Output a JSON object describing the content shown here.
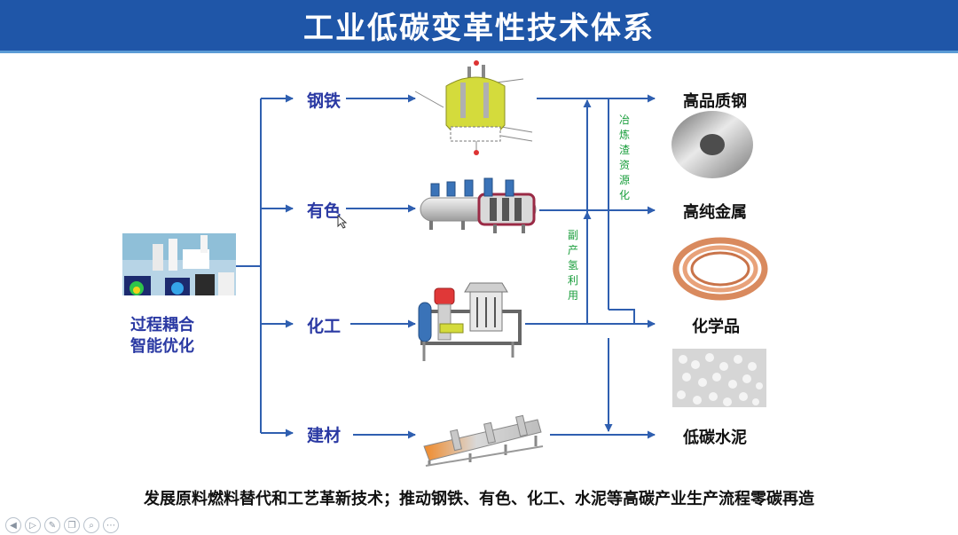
{
  "title": "工业低碳变革性技术体系",
  "process_label_line1": "过程耦合",
  "process_label_line2": "智能优化",
  "industries": [
    "钢铁",
    "有色",
    "化工",
    "建材"
  ],
  "products": [
    "高品质钢",
    "高纯金属",
    "化学品",
    "低碳水泥"
  ],
  "vertical_label_slag": "冶炼渣资源化",
  "vertical_label_hydrogen": "副产氢利用",
  "footer_text": "发展原料燃料替代和工艺革新技术；推动钢铁、有色、化工、水泥等高碳产业生产流程零碳再造",
  "colors": {
    "title_bar": "#1f56a8",
    "flow_line": "#2f5fb0",
    "industry_text": "#2a39a3",
    "vertical_text": "#1a9e3c"
  },
  "toolbar_icons": [
    "prev-icon",
    "play-icon",
    "pen-icon",
    "copy-icon",
    "search-icon",
    "more-icon"
  ]
}
